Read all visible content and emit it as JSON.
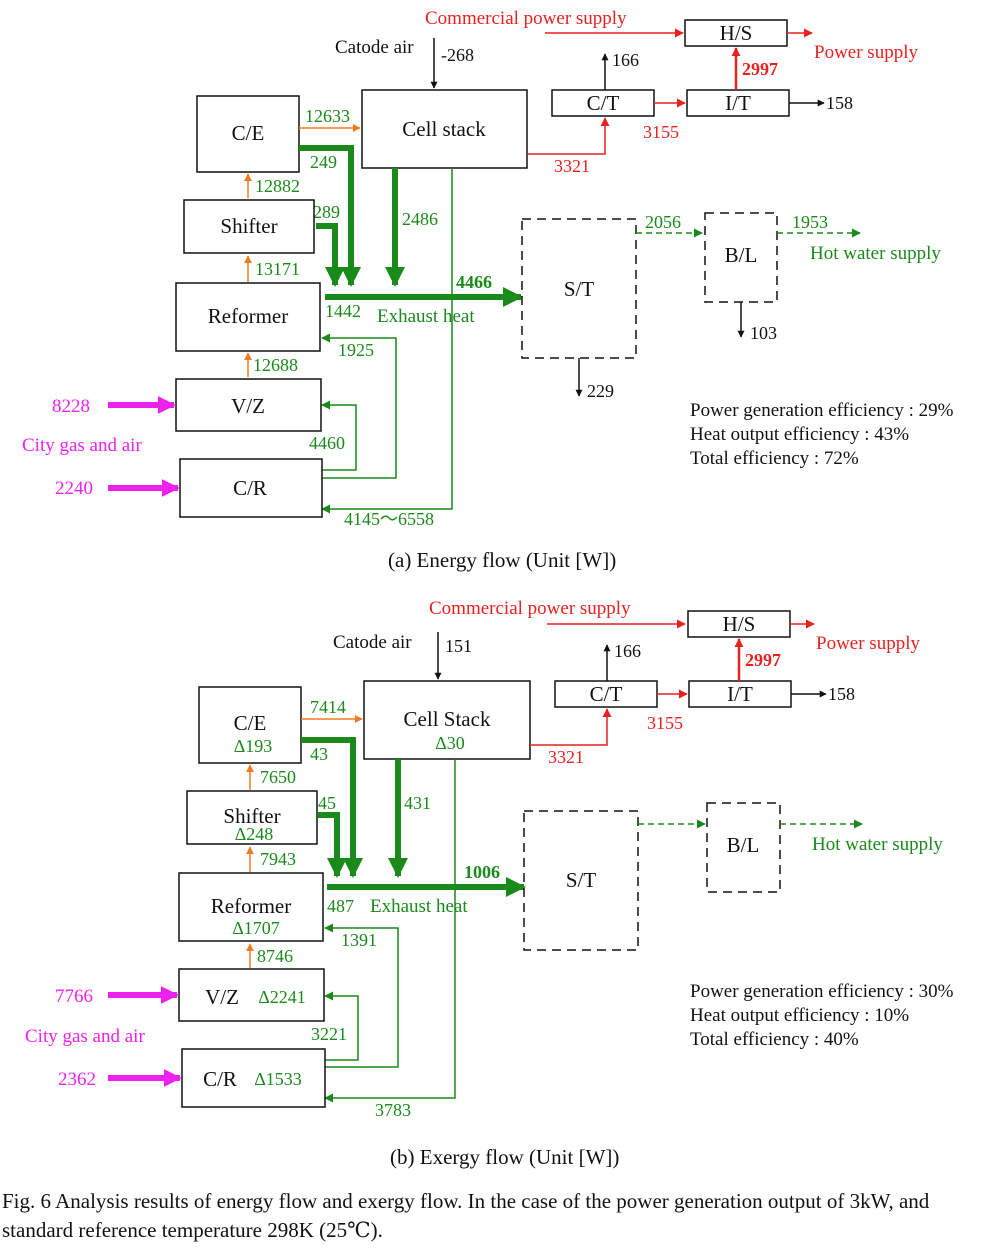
{
  "colors": {
    "green": "#1a8a1a",
    "red": "#e8211f",
    "orange": "#f07a22",
    "magenta": "#ee22ee",
    "black": "#111111"
  },
  "energy": {
    "commercial_power": "Commercial power supply",
    "hs": "H/S",
    "power_supply": "Power supply",
    "catode_air": "Catode air",
    "catode_val": "-268",
    "val_166": "166",
    "val_2997": "2997",
    "ct": "C/T",
    "it": "I/T",
    "val_158": "158",
    "ce": "C/E",
    "val_12633": "12633",
    "cell": "Cell stack",
    "val_249": "249",
    "val_3321": "3321",
    "val_3155": "3155",
    "val_12882": "12882",
    "shifter": "Shifter",
    "val_289": "289",
    "val_2486": "2486",
    "st": "S/T",
    "val_2056": "2056",
    "bl": "B/L",
    "val_1953": "1953",
    "hot_water": "Hot water supply",
    "val_13171": "13171",
    "val_4466": "4466",
    "reformer": "Reformer",
    "val_1442": "1442",
    "exhaust": "Exhaust heat",
    "val_103": "103",
    "val_1925": "1925",
    "val_12688": "12688",
    "val_229": "229",
    "val_8228": "8228",
    "vz": "V/Z",
    "city_gas": "City gas and air",
    "val_4460": "4460",
    "val_2240": "2240",
    "cr": "C/R",
    "val_4145": "4145～6558",
    "eff_power": "Power generation efficiency : 29%",
    "eff_heat": "Heat output efficiency : 43%",
    "eff_total": "Total efficiency : 72%",
    "caption": "(a)  Energy flow (Unit [W])"
  },
  "exergy": {
    "commercial_power": "Commercial power supply",
    "hs": "H/S",
    "power_supply": "Power supply",
    "catode_air": "Catode air",
    "catode_val": "151",
    "val_166": "166",
    "val_2997": "2997",
    "ct": "C/T",
    "it": "I/T",
    "val_158": "158",
    "ce": "C/E",
    "ce_d": "Δ193",
    "val_7414": "7414",
    "cell": "Cell Stack",
    "cell_d": "Δ30",
    "val_43": "43",
    "val_3321": "3321",
    "val_3155": "3155",
    "val_7650": "7650",
    "shifter": "Shifter",
    "shifter_d": "Δ248",
    "val_45": "45",
    "val_431": "431",
    "st": "S/T",
    "bl": "B/L",
    "hot_water": "Hot water supply",
    "val_7943": "7943",
    "val_1006": "1006",
    "reformer": "Reformer",
    "reformer_d": "Δ1707",
    "val_487": "487",
    "exhaust": "Exhaust heat",
    "val_1391": "1391",
    "val_8746": "8746",
    "val_7766": "7766",
    "vz": "V/Z",
    "vz_d": "Δ2241",
    "city_gas": "City gas and air",
    "val_3221": "3221",
    "val_2362": "2362",
    "cr": "C/R",
    "cr_d": "Δ1533",
    "val_3783": "3783",
    "eff_power": "Power generation efficiency : 30%",
    "eff_heat": "Heat output efficiency : 10%",
    "eff_total": "Total efficiency : 40%",
    "caption": "(b)  Exergy flow (Unit [W])"
  },
  "figure_caption": "Fig. 6  Analysis results of energy flow and exergy flow. In the case of the power generation output of 3kW, and standard reference temperature 298K (25℃)."
}
